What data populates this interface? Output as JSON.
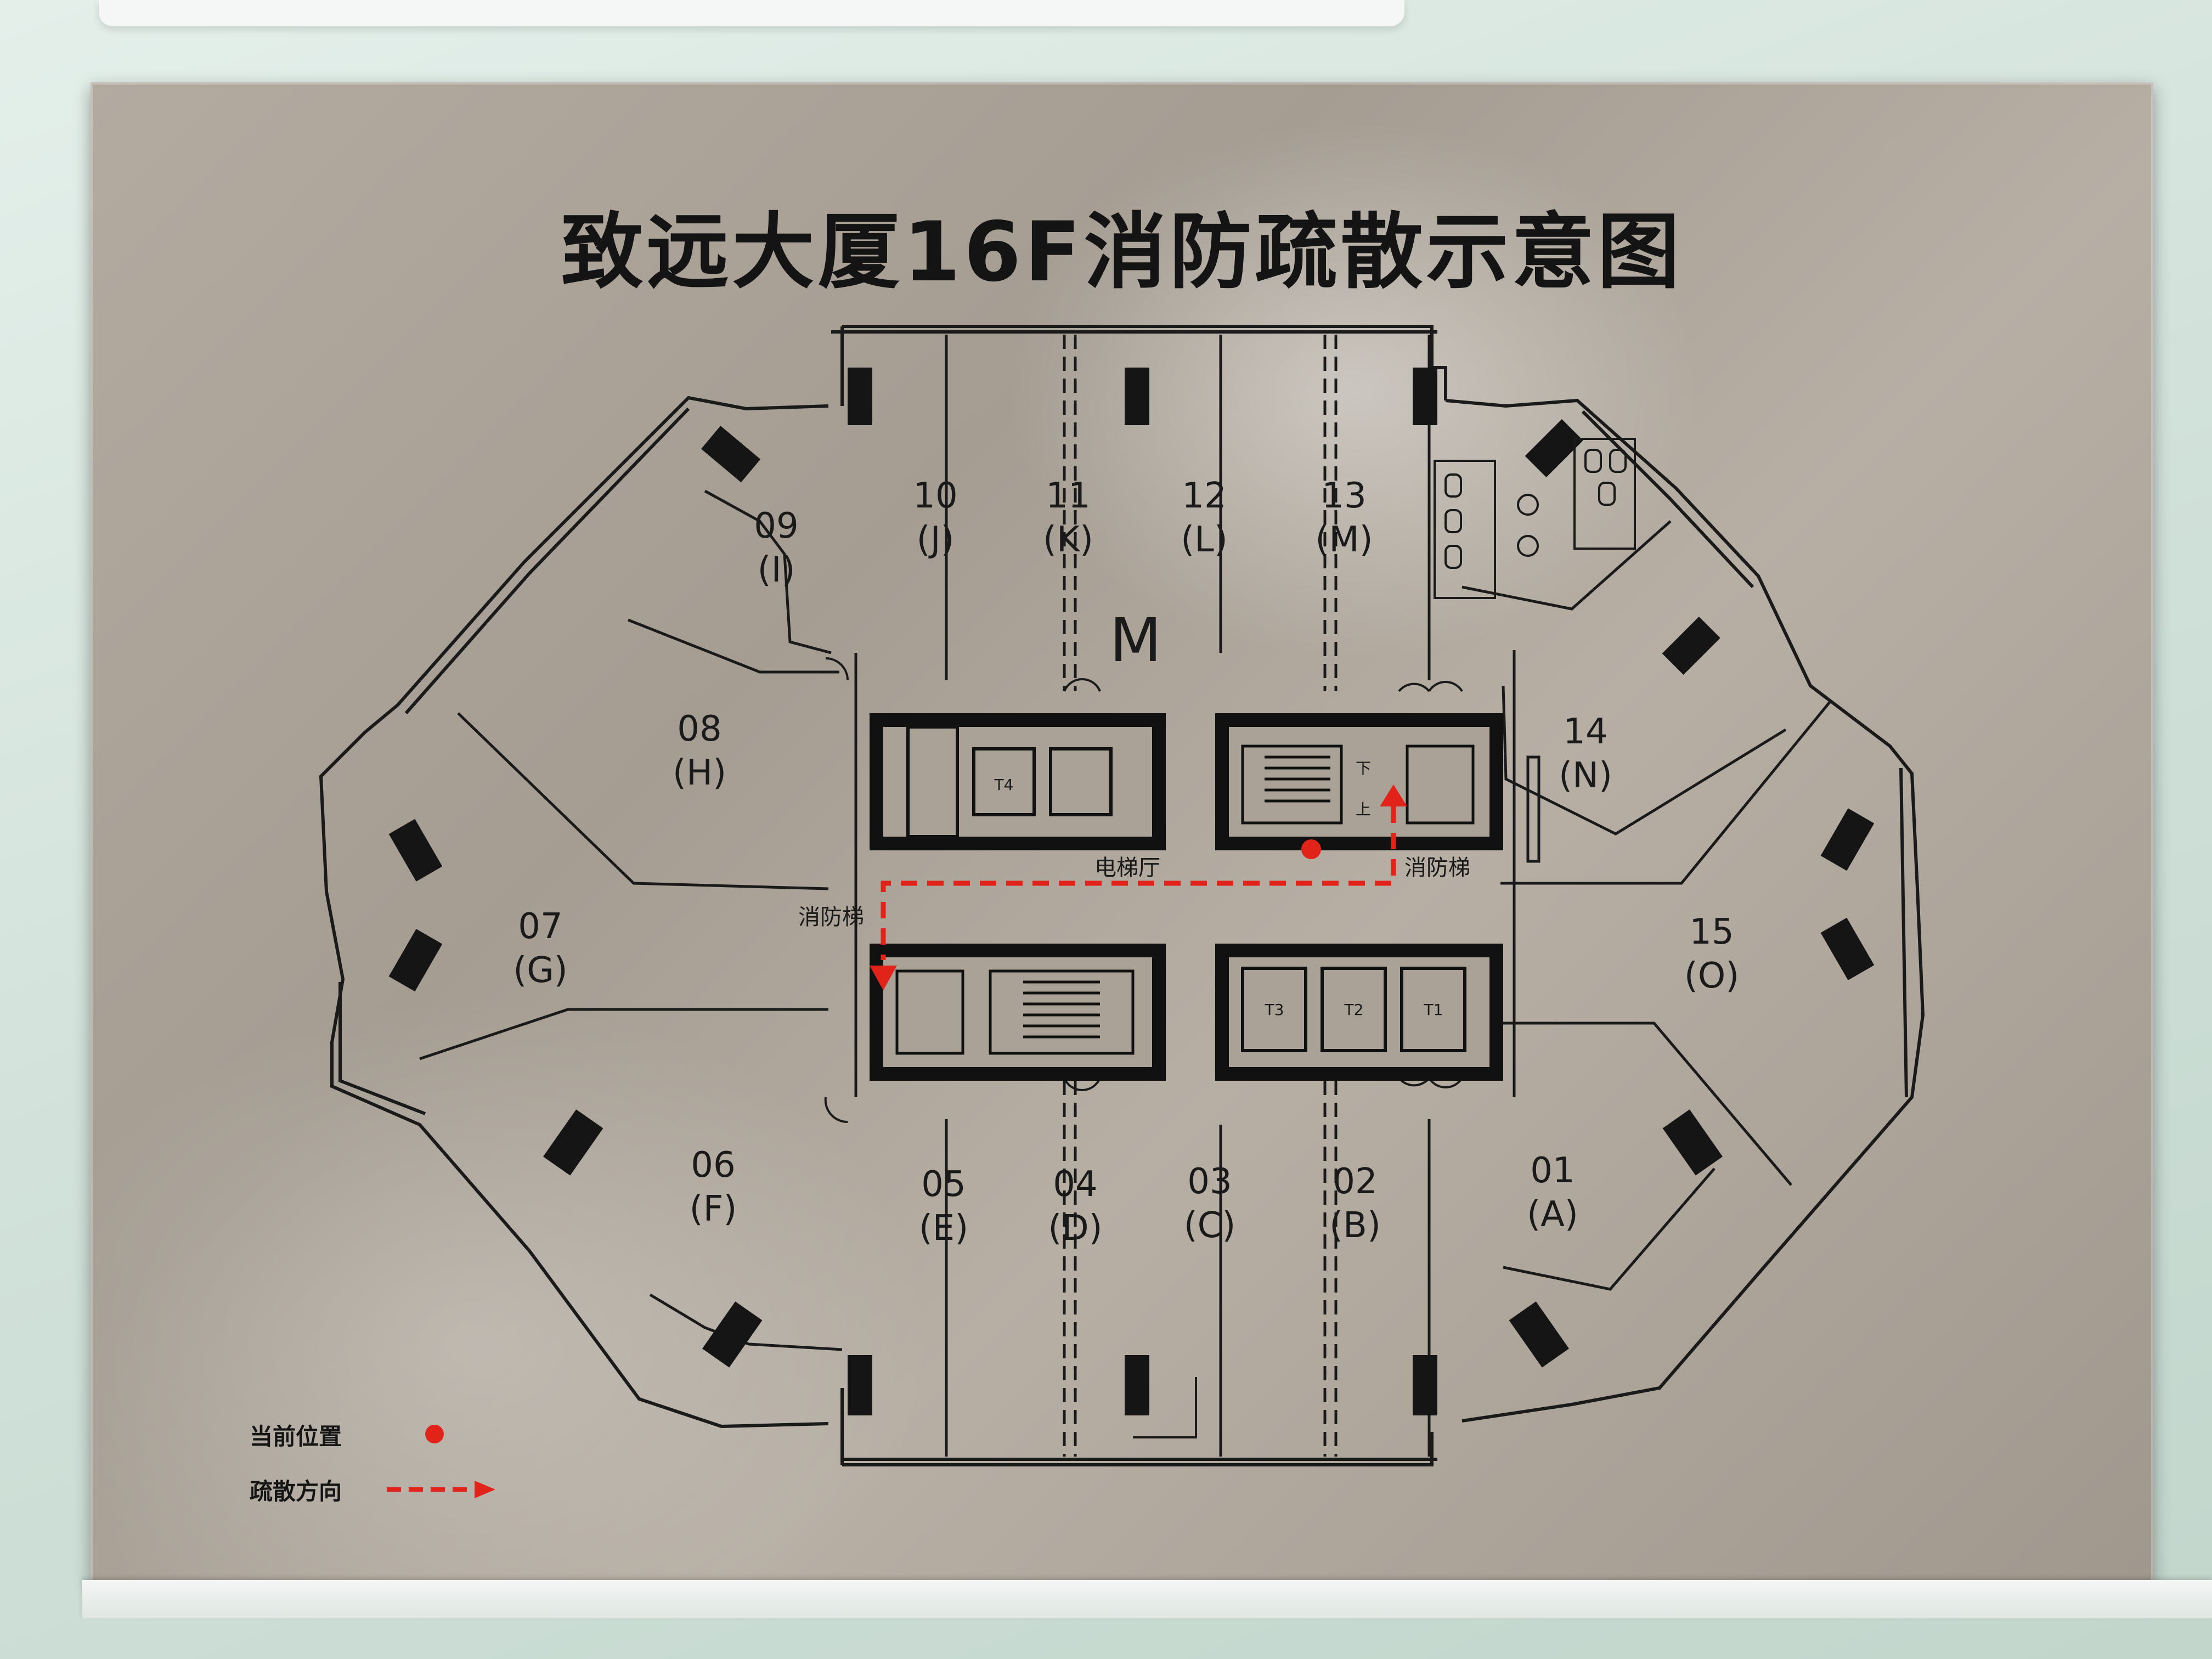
{
  "title": "致远大厦16F消防疏散示意图",
  "units": [
    {
      "num": "01",
      "code": "(A)"
    },
    {
      "num": "02",
      "code": "(B)"
    },
    {
      "num": "03",
      "code": "(C)"
    },
    {
      "num": "04",
      "code": "(D)"
    },
    {
      "num": "05",
      "code": "(E)"
    },
    {
      "num": "06",
      "code": "(F)"
    },
    {
      "num": "07",
      "code": "(G)"
    },
    {
      "num": "08",
      "code": "(H)"
    },
    {
      "num": "09",
      "code": "(I)"
    },
    {
      "num": "10",
      "code": "(J)"
    },
    {
      "num": "11",
      "code": "(K)"
    },
    {
      "num": "12",
      "code": "(L)"
    },
    {
      "num": "13",
      "code": "(M)"
    },
    {
      "num": "14",
      "code": "(N)"
    },
    {
      "num": "15",
      "code": "(O)"
    }
  ],
  "core": {
    "elevator_lobby": "电梯厅",
    "fire_stair_right": "消防梯",
    "fire_stair_left": "消防梯",
    "restroom_symbol": "M",
    "lifts": [
      "T1",
      "T2",
      "T3",
      "T4"
    ],
    "stair_down": "下",
    "stair_up": "上"
  },
  "legend": {
    "current_position": "当前位置",
    "evacuation_direction": "疏散方向"
  },
  "colors": {
    "plaque": "#aaa296",
    "line": "#1a1a1a",
    "evacuation": "#e2231a"
  }
}
